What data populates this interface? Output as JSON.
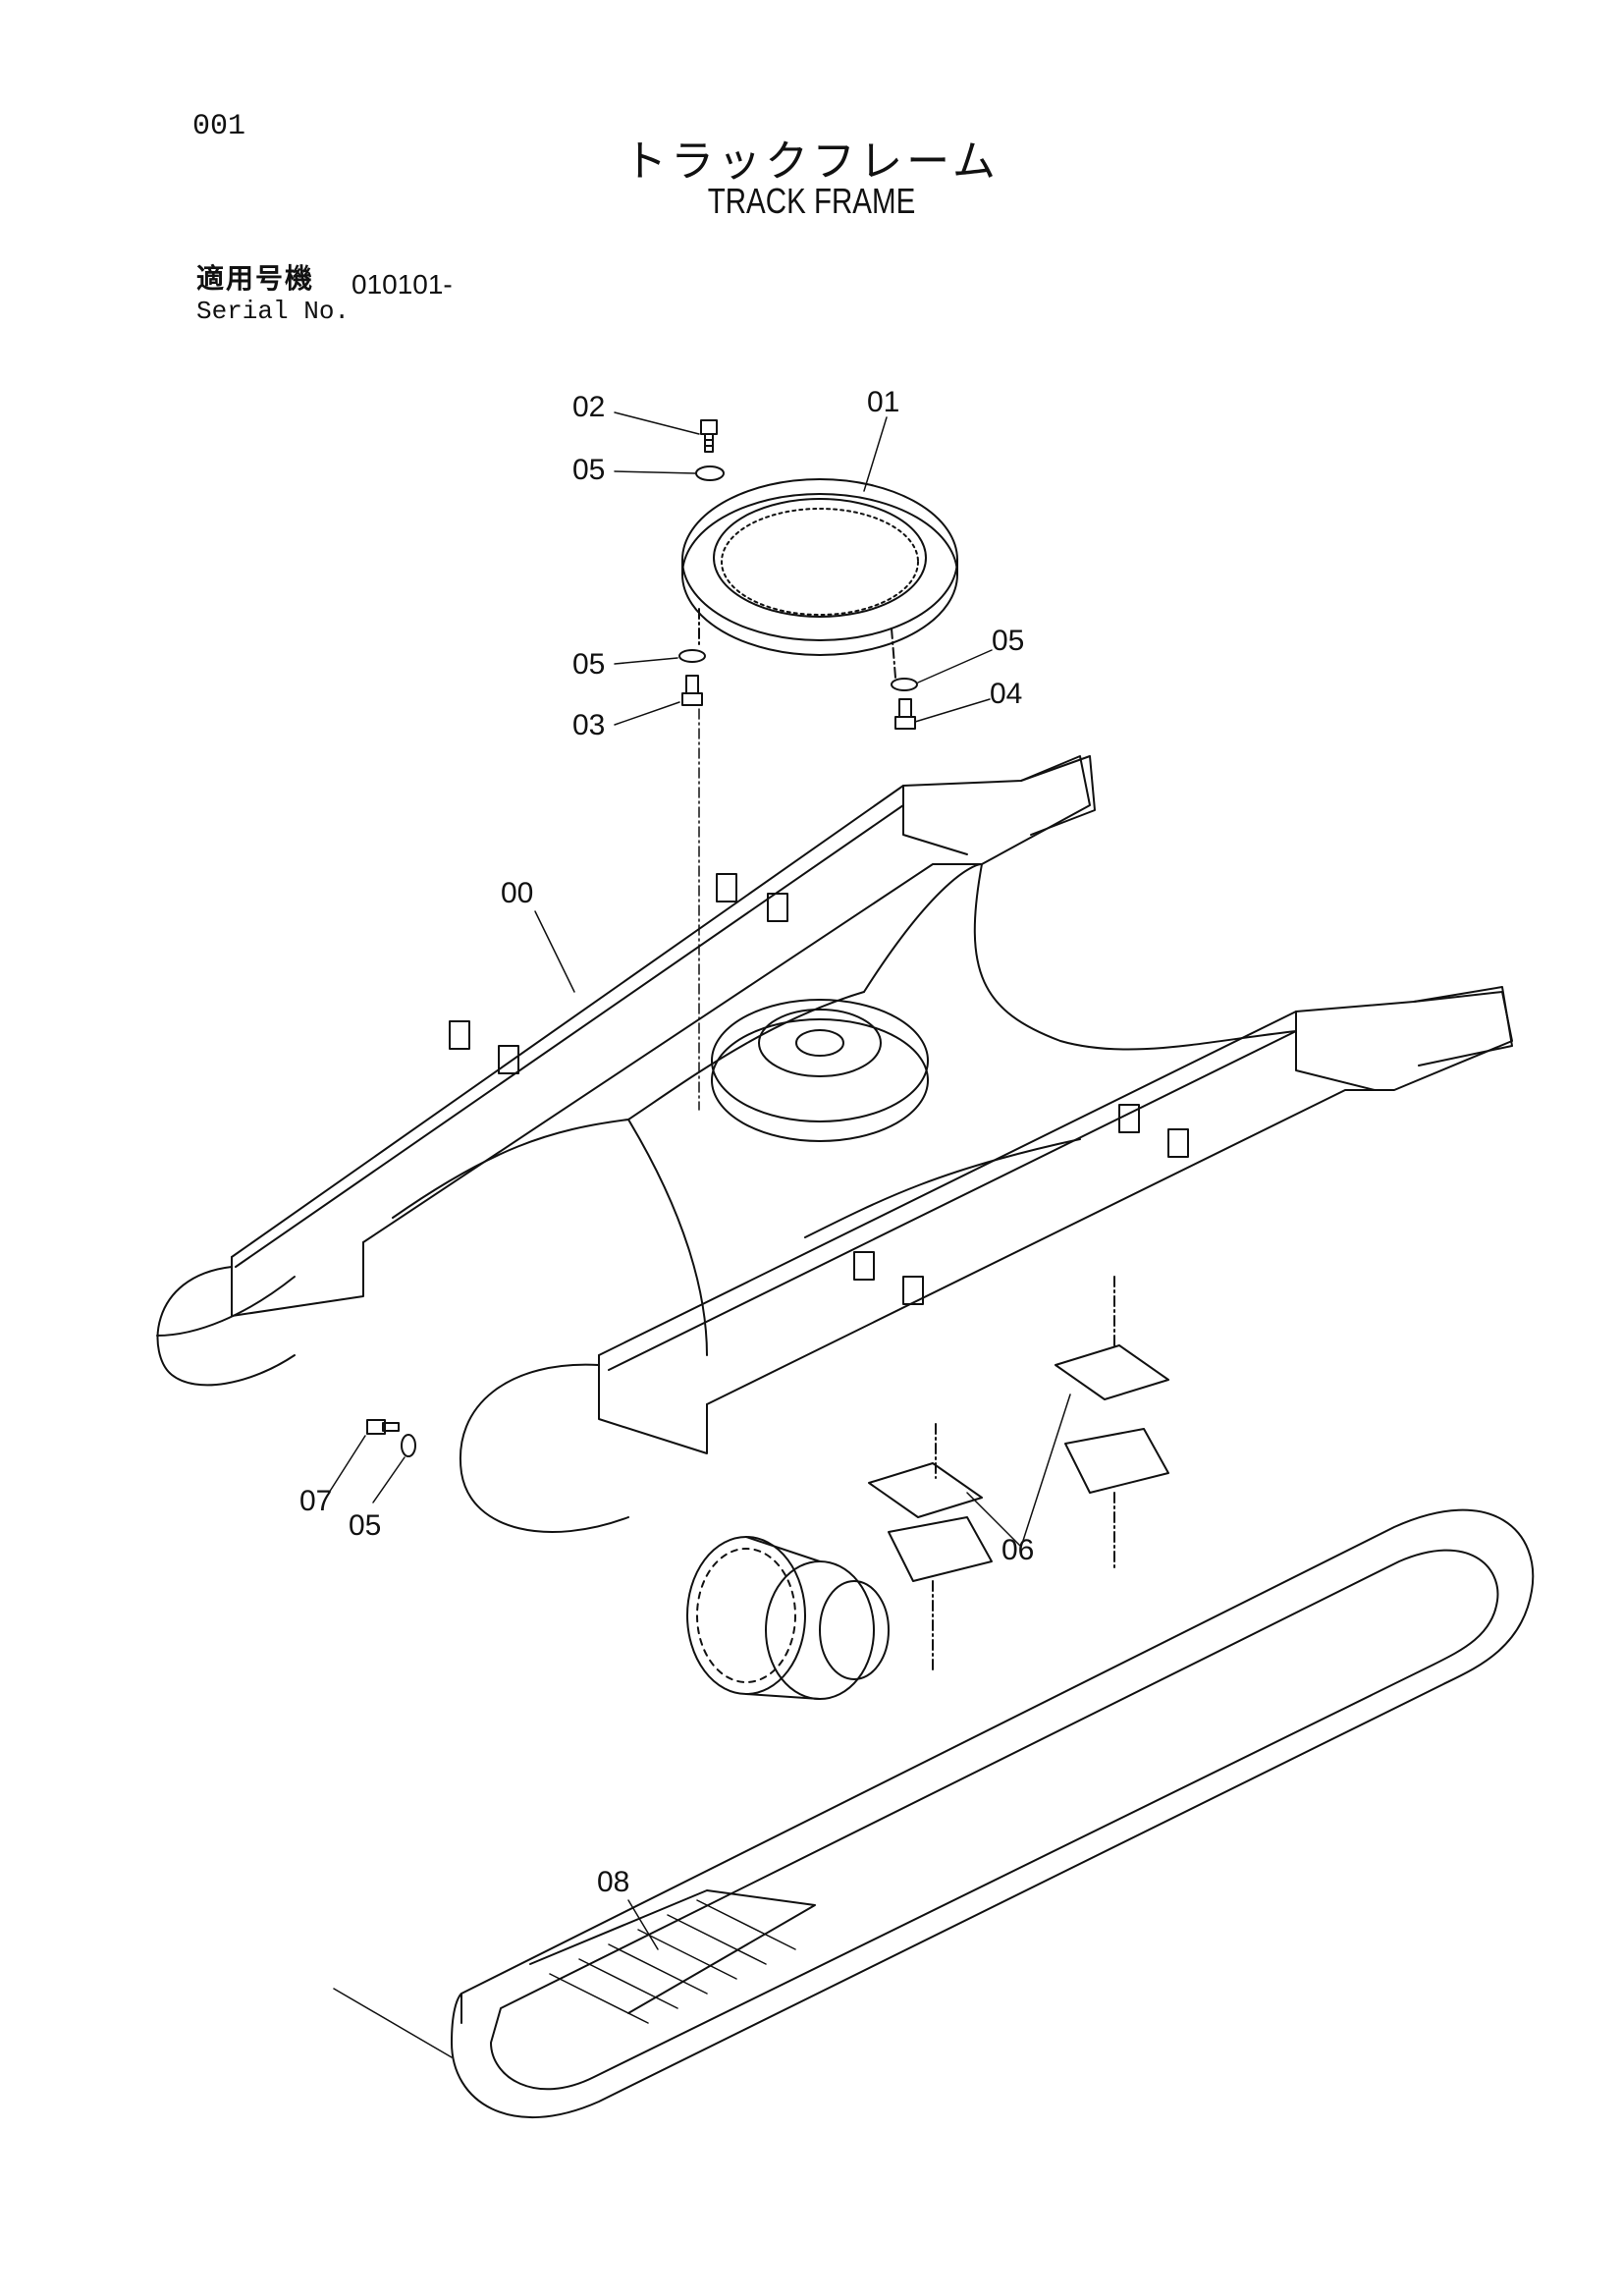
{
  "header": {
    "page_number": "001",
    "title_jp": "トラックフレーム",
    "title_en": "TRACK FRAME",
    "serial_label_jp": "適用号機",
    "serial_label_en": "Serial No.",
    "serial_value": "010101-"
  },
  "callouts": {
    "c00": "00",
    "c01": "01",
    "c02": "02",
    "c03": "03",
    "c04": "04",
    "c05a": "05",
    "c05b": "05",
    "c05c": "05",
    "c05d": "05",
    "c06": "06",
    "c07": "07",
    "c08": "08"
  }
}
